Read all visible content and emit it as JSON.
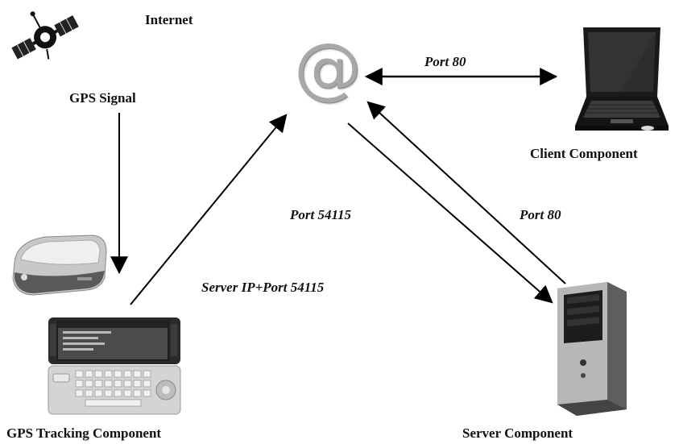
{
  "labels": {
    "internet": "Internet",
    "gps_signal": "GPS Signal",
    "client_component": "Client Component",
    "gps_tracking_component": "GPS Tracking Component",
    "server_component": "Server Component",
    "port_80_top": "Port 80",
    "port_80_right": "Port 80",
    "port_54115": "Port 54115",
    "server_ip_port": "Server IP+Port 54115"
  },
  "internet_symbol": "@",
  "icons": [
    "satellite-icon",
    "at-icon",
    "laptop-icon",
    "gps-receiver-icon",
    "smartphone-icon",
    "server-tower-icon"
  ],
  "colors": {
    "text": "#111111",
    "arrow": "#000000",
    "at_symbol": "#a8a8a8"
  }
}
